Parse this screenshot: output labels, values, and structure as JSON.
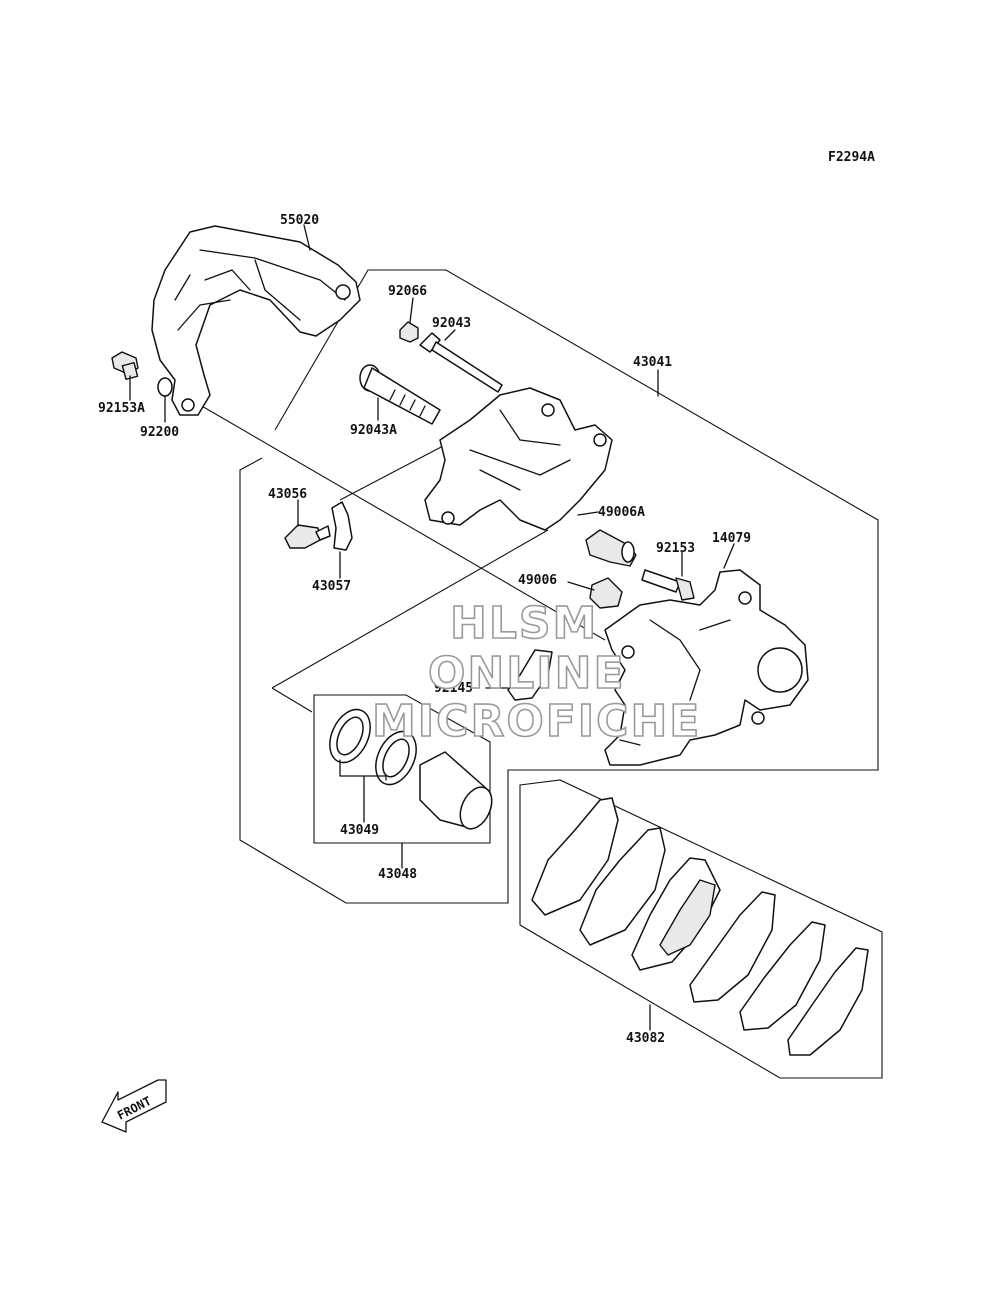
{
  "figure_code": "F2294A",
  "part_labels": {
    "p55020": "55020",
    "p92066": "92066",
    "p92043": "92043",
    "p43041": "43041",
    "p92043A": "92043A",
    "p92153A": "92153A",
    "p92200": "92200",
    "p43056": "43056",
    "p43057": "43057",
    "p49006A": "49006A",
    "p14079": "14079",
    "p92153": "92153",
    "p49006": "49006",
    "p92145": "92145",
    "p43049": "43049",
    "p43048": "43048",
    "p43082": "43082"
  },
  "watermark": [
    "HLSM",
    "ONLINE",
    "MICROFICHE"
  ],
  "front_arrow_label": "FRONT"
}
